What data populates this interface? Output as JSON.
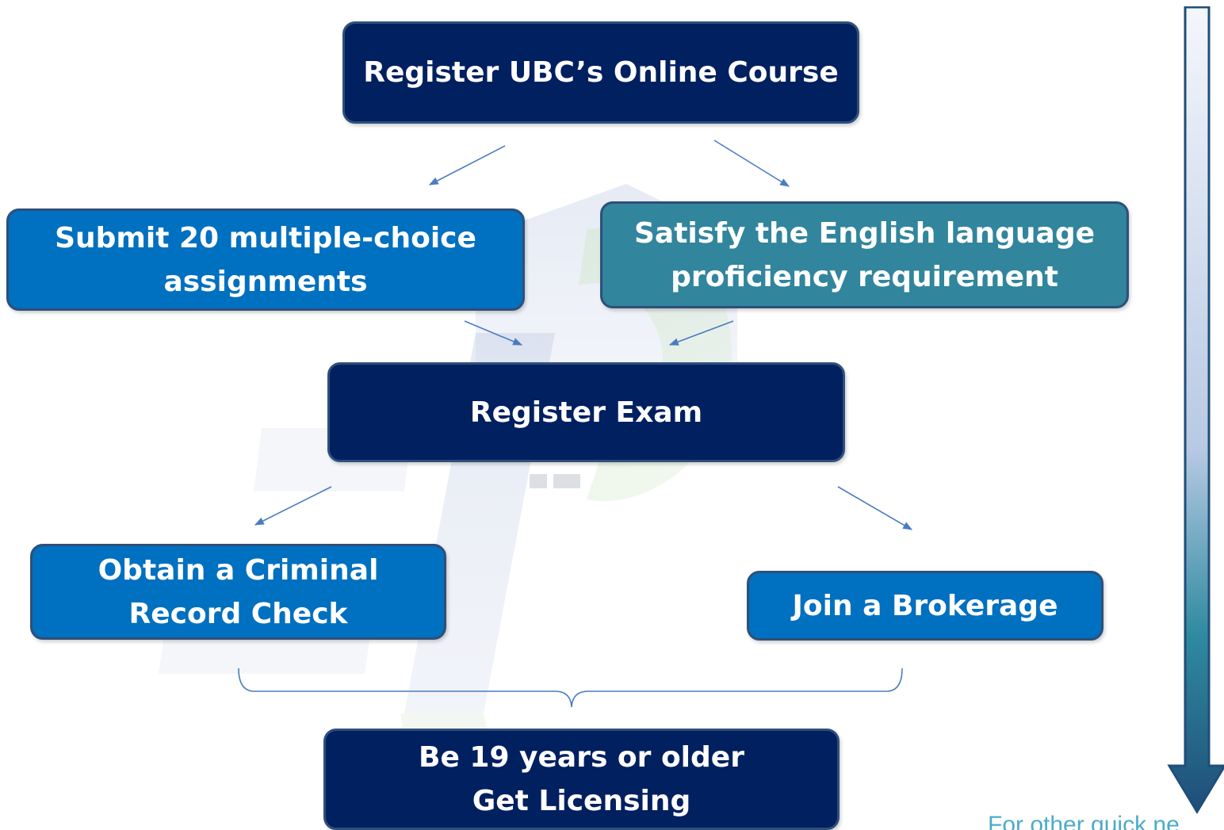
{
  "steps": {
    "register_course": "Register UBC’s Online Course",
    "assignments": [
      "Submit 20 multiple-choice",
      "assignments"
    ],
    "english": [
      "Satisfy the English language",
      "proficiency requirement"
    ],
    "register_exam": "Register Exam",
    "criminal_check": [
      "Obtain a Criminal",
      "Record Check"
    ],
    "brokerage": "Join a Brokerage",
    "licensing": [
      "Be 19 years or older",
      "Get Licensing"
    ]
  },
  "footer": {
    "text": "For other quick ne"
  },
  "colors": {
    "dark_navy": "#002060",
    "blue": "#0070c0",
    "teal": "#31859c",
    "arrow": "#4a7cc0",
    "progress_top": "#f2f5fb",
    "progress_mid": "#2f8aa0",
    "progress_bottom": "#1f4e79"
  }
}
